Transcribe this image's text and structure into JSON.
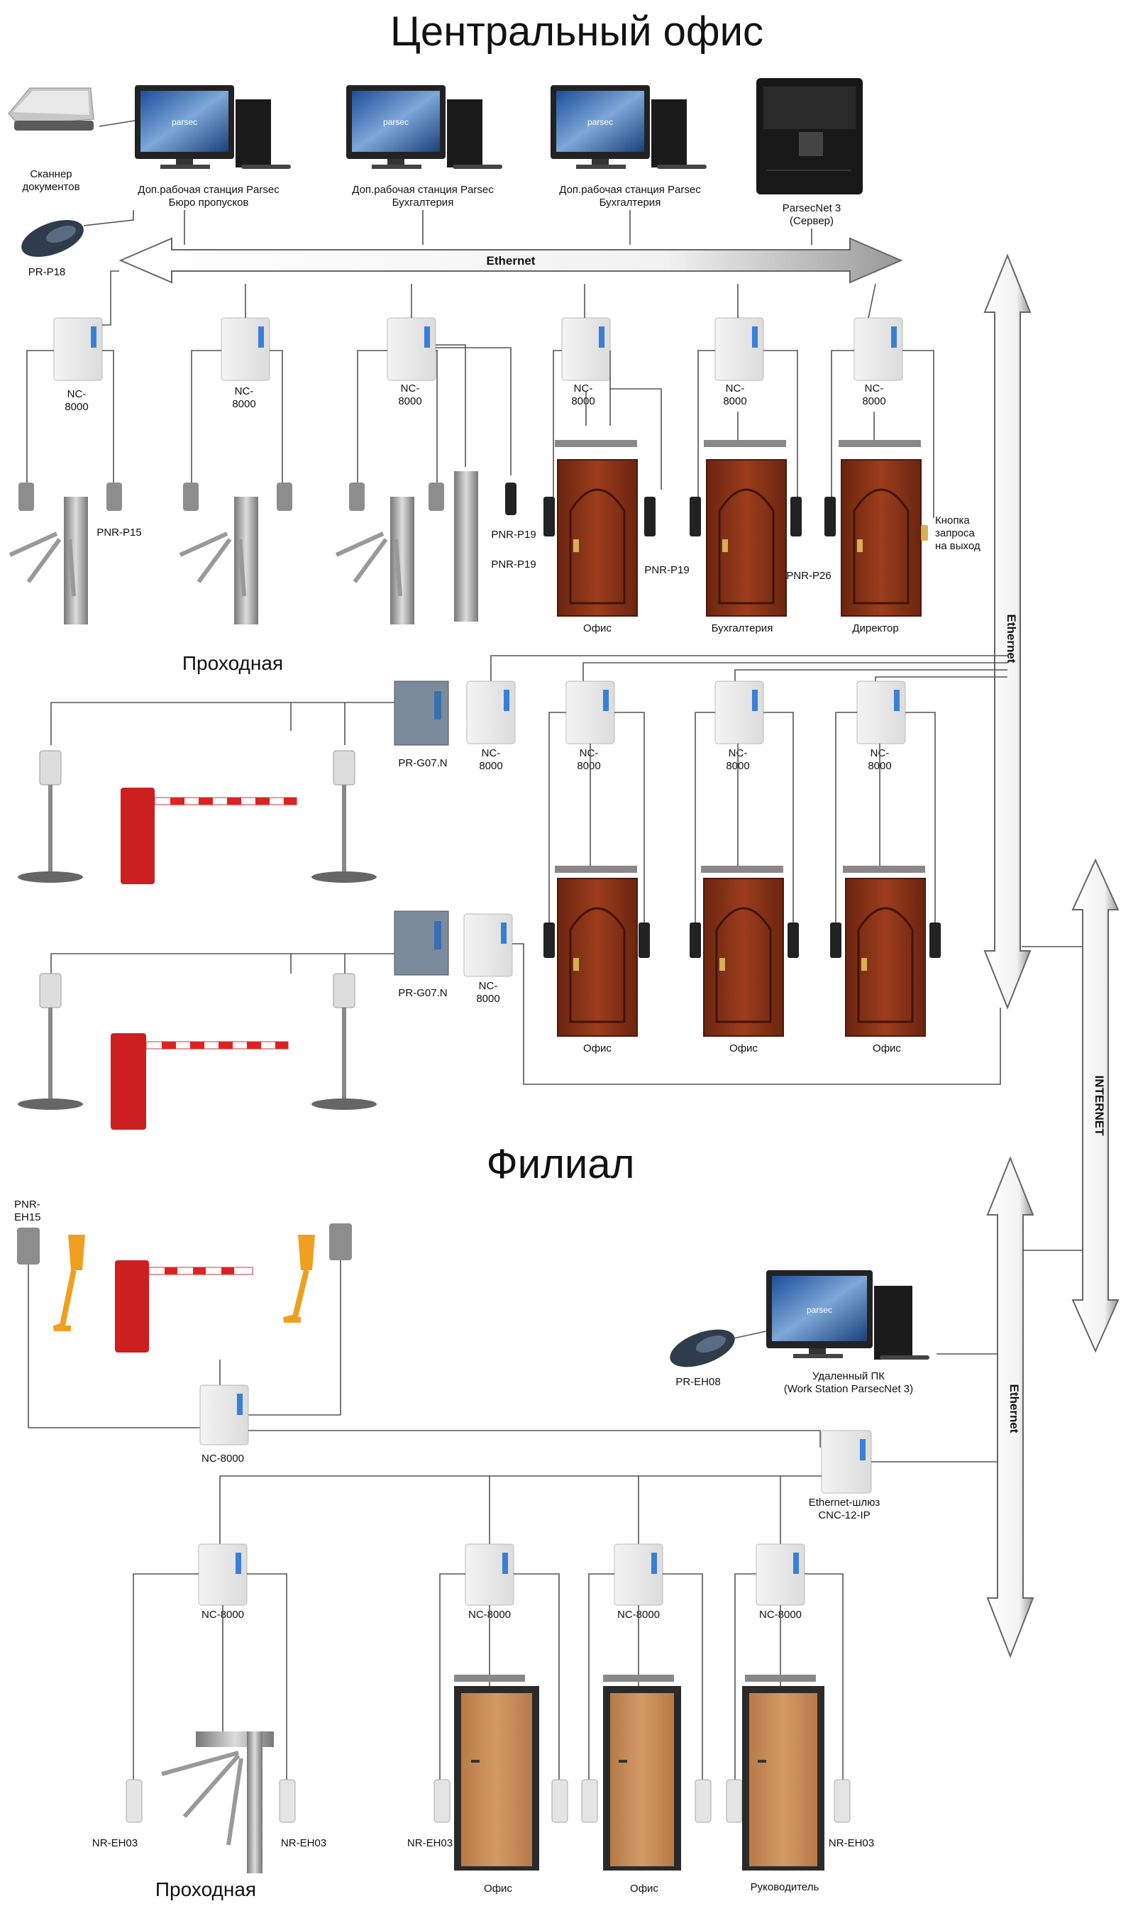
{
  "titles": {
    "central": "Центральный офис",
    "branch": "Филиал",
    "checkpoint1": "Проходная",
    "checkpoint2": "Проходная"
  },
  "network": {
    "ethernet_top": "Ethernet",
    "ethernet_right": "Ethernet",
    "internet": "INTERNET",
    "ethernet_branch": "Ethernet"
  },
  "central_top": {
    "scanner_l1": "Сканнер",
    "scanner_l2": "документов",
    "ws1_l1": "Доп.рабочая станция Parsec",
    "ws1_l2": "Бюро пропусков",
    "ws2_l1": "Доп.рабочая станция Parsec",
    "ws2_l2": "Бухгалтерия",
    "ws3_l1": "Доп.рабочая станция Parsec",
    "ws3_l2": "Бухгалтерия",
    "server_l1": "ParsecNet 3",
    "server_l2": "(Сервер)",
    "reader_prp18": "PR-P18"
  },
  "controllers": {
    "nc_l1": "NC-",
    "nc_l2": "8000",
    "nc_full": "NC-8000"
  },
  "central_labels": {
    "pnr_p15": "PNR-P15",
    "pnr_p19_a": "PNR-P19",
    "pnr_p19_b": "PNR-P19",
    "pnr_p19_c": "PNR-P19",
    "pnr_p26": "PNR-P26",
    "exit_btn_l1": "Кнопка",
    "exit_btn_l2": "запроса",
    "exit_btn_l3": "на выход",
    "door_office": "Офис",
    "door_accounting": "Бухгалтерия",
    "door_director": "Директор",
    "prg07n_1": "PR-G07.N",
    "prg07n_2": "PR-G07.N",
    "door_row2_1": "Офис",
    "door_row2_2": "Офис",
    "door_row2_3": "Офис"
  },
  "branch_labels": {
    "pnr_eh15_l1": "PNR-",
    "pnr_eh15_l2": "EH15",
    "pr_eh08": "PR-EH08",
    "remote_pc_l1": "Удаленный ПК",
    "remote_pc_l2": "(Work Station ParsecNet 3)",
    "gateway_l1": "Ethernet-шлюз",
    "gateway_l2": "CNC-12-IP",
    "nr_eh03": "NR-EH03",
    "door_b1": "Офис",
    "door_b2": "Офис",
    "door_b3": "Руководитель"
  }
}
